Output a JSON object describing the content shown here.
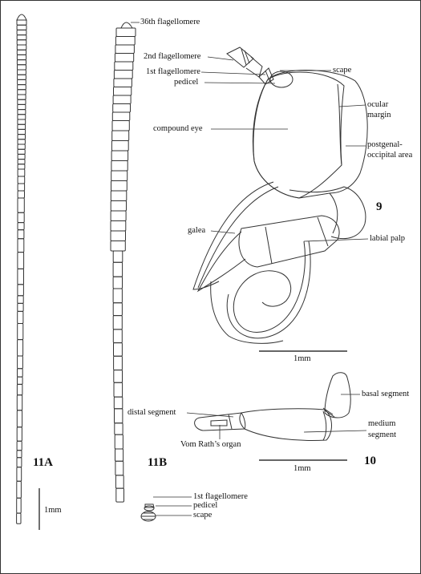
{
  "figures": {
    "fig11a": "11A",
    "fig11b": "11B",
    "fig9": "9",
    "fig10": "10"
  },
  "scale_bars": {
    "s11": "1mm",
    "s9": "1mm",
    "s10": "1mm"
  },
  "labels_11b": {
    "flag36": "36th flagellomere",
    "flag1": "1st flagellomere",
    "pedicel": "pedicel",
    "scape": "scape"
  },
  "labels_9": {
    "flag2": "2nd flagellomere",
    "flag1": "1st flagellomere",
    "pedicel": "pedicel",
    "scape": "scape",
    "ocular1": "ocular",
    "ocular2": "margin",
    "eye": "compound eye",
    "postgenal1": "postgenal-",
    "postgenal2": "occipital area",
    "galea": "galea",
    "labialpalp": "labial palp"
  },
  "labels_10": {
    "distal": "distal segment",
    "basal": "basal segment",
    "medium1": "medium",
    "medium2": "segment",
    "vomrath": "Vom Rath’s organ"
  },
  "colors": {
    "line": "#333333",
    "background": "#ffffff"
  }
}
